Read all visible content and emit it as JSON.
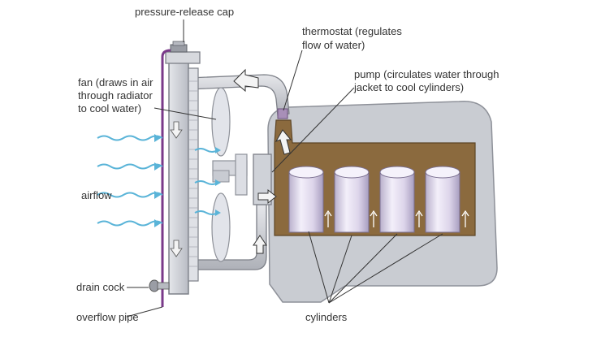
{
  "labels": {
    "pressure_release_cap": "pressure-release cap",
    "thermostat_line1": "thermostat (regulates",
    "thermostat_line2": "flow of water)",
    "pump_line1": "pump (circulates water through",
    "pump_line2": "jacket to cool cylinders)",
    "fan_line1": "fan (draws in air",
    "fan_line2": "through radiator",
    "fan_line3": "to cool water)",
    "airflow": "airflow",
    "drain_cock": "drain cock",
    "overflow_pipe": "overflow pipe",
    "cylinders": "cylinders"
  },
  "colors": {
    "engine_block": "#c9ccd2",
    "water_jacket": "#8b6a3e",
    "cylinder": "#e6e0f0",
    "radiator": "#cfd2d8",
    "airflow_wave": "#5ab4d8",
    "overflow_pipe": "#7a3a8a",
    "arrow_fill": "#f4f4f4"
  }
}
